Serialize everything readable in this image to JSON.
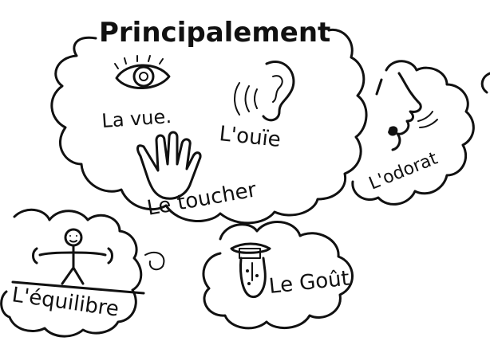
{
  "title": "Principalement",
  "senses": {
    "vue": "La vue.",
    "ouie": "L'ouïe",
    "toucher": "Le toucher",
    "odorat": "L'odorat",
    "gout": "Le Goût",
    "equilibre": "L'équilibre"
  },
  "colors": {
    "ink": "#111111",
    "background": "#ffffff"
  },
  "icons": [
    "eye-icon",
    "ear-icon",
    "hand-icon",
    "nose-icon",
    "tongue-icon",
    "balance-stick-figure-icon"
  ]
}
